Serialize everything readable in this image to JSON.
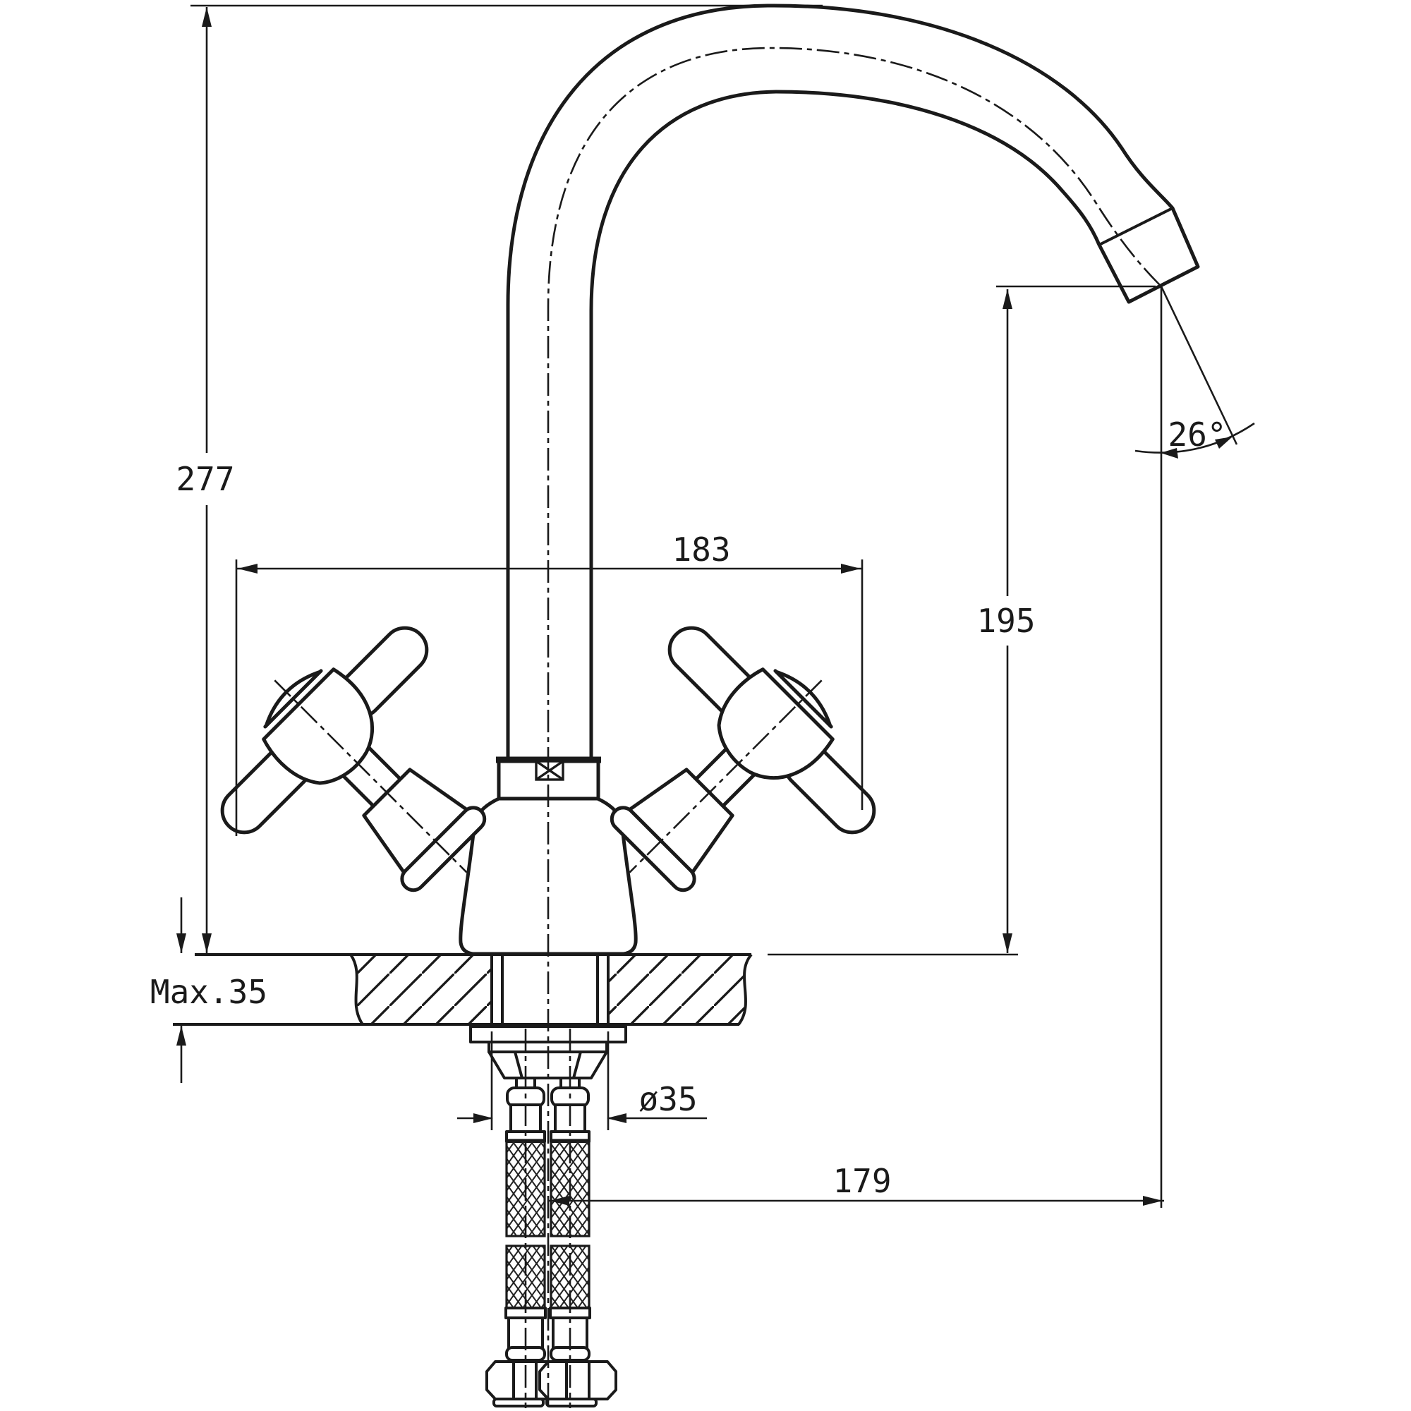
{
  "drawing": {
    "labels": {
      "overall_height": "277",
      "handle_span": "183",
      "spout_outlet_height": "195",
      "spout_angle": "26°",
      "max_deck_thickness": "Max.35",
      "mounting_hole_diameter": "ø35",
      "spout_reach": "179"
    },
    "colors": {
      "line": "#1a1a1a",
      "background": "#ffffff"
    }
  }
}
